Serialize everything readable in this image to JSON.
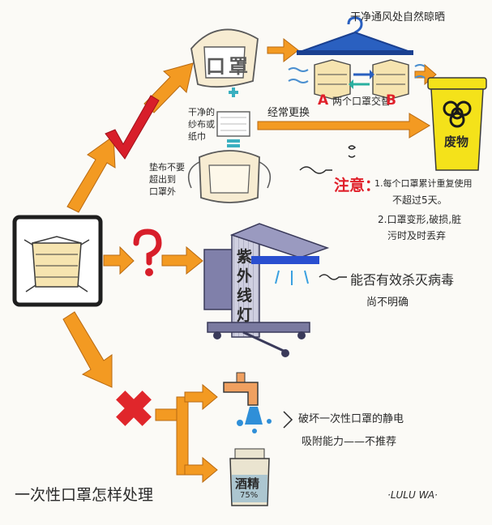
{
  "title": "一次性口罩怎样处理",
  "signature": "·LULU WA·",
  "colors": {
    "arrow": "#f39a22",
    "arrow_stroke": "#b86a12",
    "check": "#d81e2a",
    "cross": "#e0262b",
    "ink": "#2a2a2a",
    "bin": "#f4e21a",
    "uv_lamp": "#6f6fa0",
    "hanger": "#2a60c0",
    "water": "#2f8fd8",
    "mask": "#f6e4b0",
    "tap": "#f0a060",
    "red_text": "#e0202a"
  },
  "icons": {
    "check": "check-icon",
    "question": "question-icon",
    "cross": "cross-icon",
    "hanger": "hanger-icon",
    "biohazard": "biohazard-icon",
    "uv_lamp": "uv-lamp-icon",
    "faucet": "faucet-icon",
    "bottle": "alcohol-bottle-icon"
  },
  "top_branch": {
    "mask_label": "口罩",
    "dry_label": "干净通风处自然晾晒",
    "rotate_label": "两个口罩交替",
    "mask_a": "A",
    "mask_b": "B",
    "cloth_label": [
      "干净的",
      "纱布或",
      "纸巾"
    ],
    "change_label": "经常更换",
    "inner_label": [
      "垫布不要",
      "超出到",
      "口罩外"
    ],
    "bin_label": "废物"
  },
  "notice": {
    "heading": "注意：",
    "item1_line1": "1.每个口罩累计重复使用",
    "item1_line2": "不超过5天。",
    "item2_line1": "2.口罩变形,破损,脏",
    "item2_line2": "污时及时丢弃"
  },
  "middle_branch": {
    "lamp_label": [
      "紫",
      "外",
      "线",
      "灯"
    ],
    "note_line1": "能否有效杀灭病毒",
    "note_line2": "尚不明确"
  },
  "bottom_branch": {
    "bottle_label": "酒精",
    "bottle_sub": "75%",
    "note_line1": "破坏一次性口罩的静电",
    "note_line2": "吸附能力——不推荐"
  }
}
